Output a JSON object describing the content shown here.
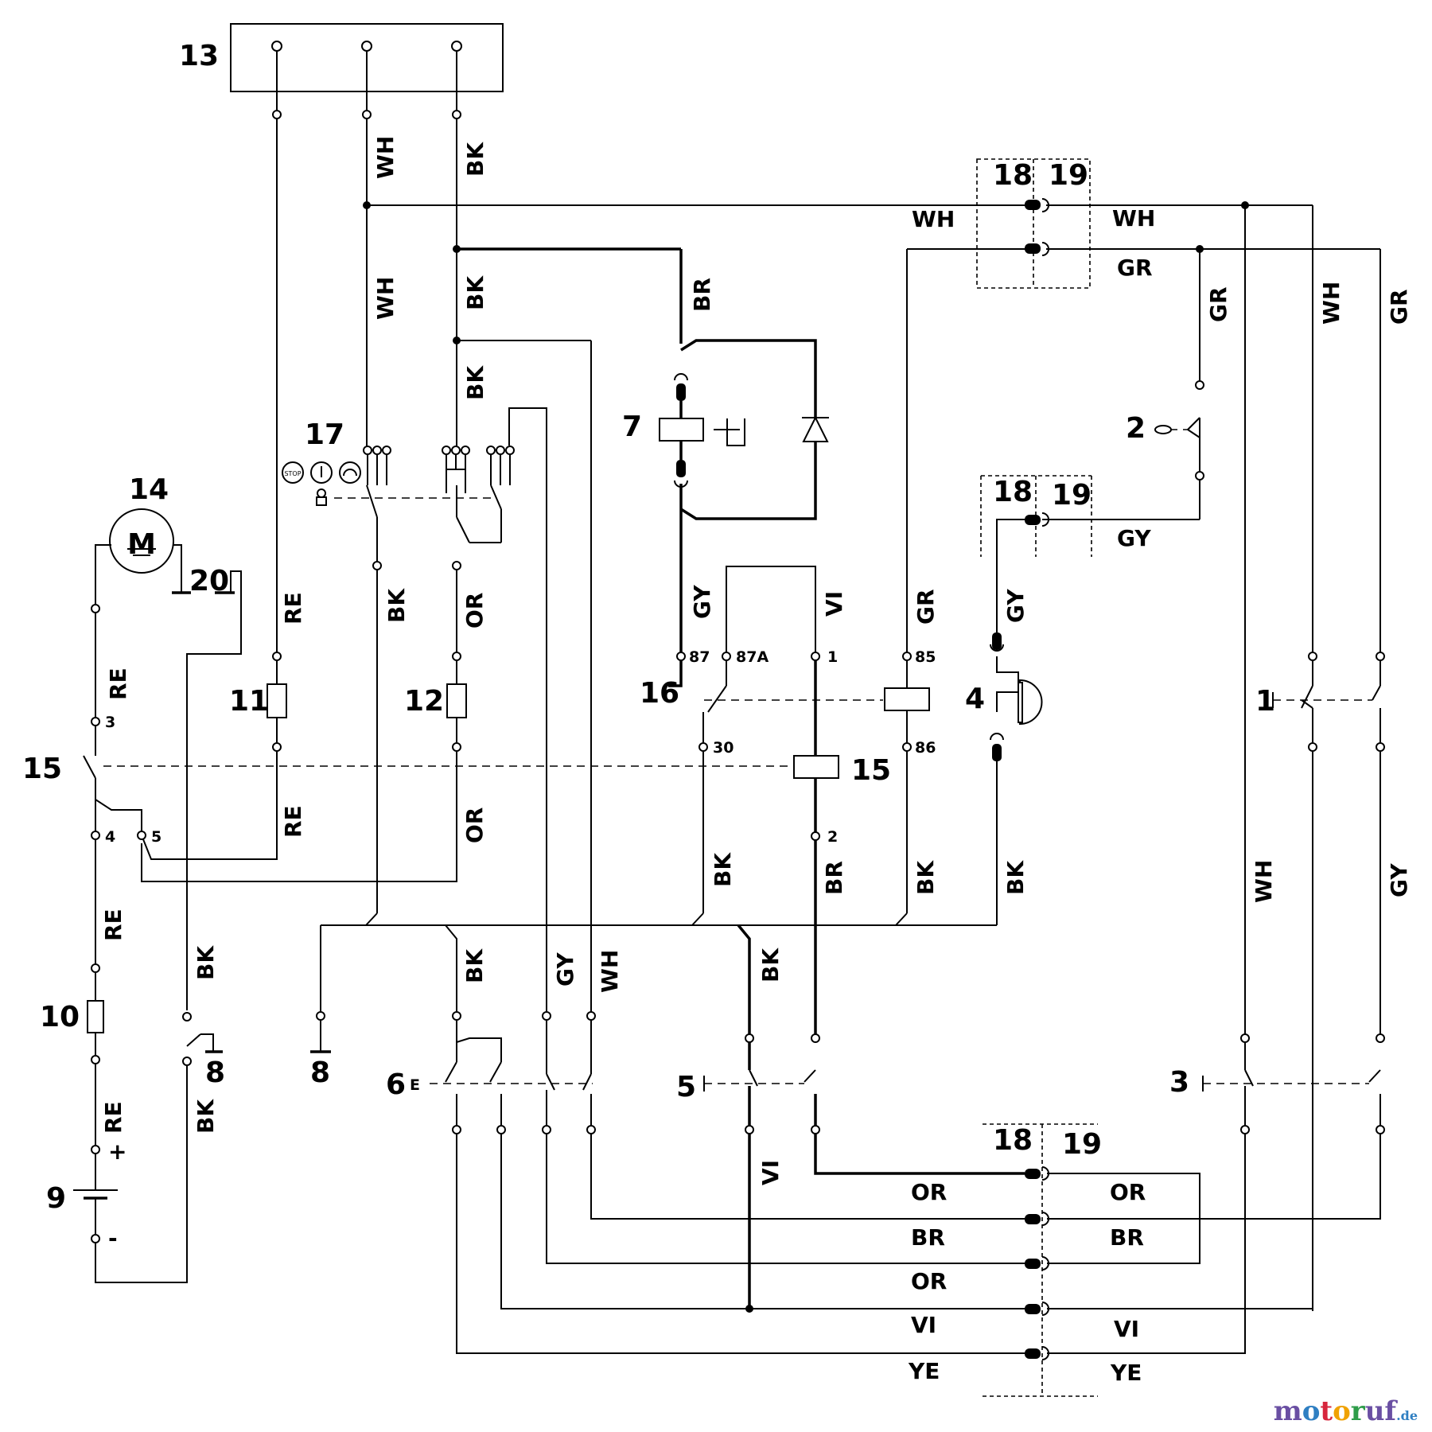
{
  "components": {
    "c1": "1",
    "c2": "2",
    "c3": "3",
    "c4": "4",
    "c5": "5",
    "c6": "6",
    "c7": "7",
    "c8a": "8",
    "c8b": "8",
    "c9": "9",
    "c10": "10",
    "c11": "11",
    "c12": "12",
    "c13": "13",
    "c14": "14",
    "c15a": "15",
    "c15b": "15",
    "c16": "16",
    "c17": "17",
    "c20": "20",
    "conn18a": "18",
    "conn19a": "19",
    "conn18b": "18",
    "conn19b": "19",
    "conn18c": "18",
    "conn19c": "19"
  },
  "symbols": {
    "motor": "M",
    "stop": "STOP",
    "switch6": "E"
  },
  "terminals": {
    "t87": "87",
    "t87a": "87A",
    "t1": "1",
    "t85": "85",
    "t86": "86",
    "t30": "30",
    "t2": "2",
    "t3": "3",
    "t4": "4",
    "t5": "5",
    "plus": "+",
    "minus": "-"
  },
  "wires": {
    "wh_top": "WH",
    "bk_top": "BK",
    "wh_mid": "WH",
    "bk_mid": "BK",
    "bk_mid2": "BK",
    "br_top": "BR",
    "wh_left_conn": "WH",
    "wh_right_conn": "WH",
    "gr_right_conn": "GR",
    "gr_vert1": "GR",
    "wh_vert_r": "WH",
    "gr_vert_r": "GR",
    "gy_conn2": "GY",
    "re_11": "RE",
    "bk_17": "BK",
    "or_12": "OR",
    "gy_16": "GY",
    "vi_15": "VI",
    "gr_85": "GR",
    "gy_4": "GY",
    "re_motor": "RE",
    "re_lower": "RE",
    "or_lower": "OR",
    "bk_30": "BK",
    "br_2": "BR",
    "bk_86": "BK",
    "bk_4": "BK",
    "wh_r_low": "WH",
    "gy_r_low": "GY",
    "re_10": "RE",
    "bk_20": "BK",
    "bk_6": "BK",
    "gy_6": "GY",
    "wh_6": "WH",
    "bk_5": "BK",
    "re_9": "RE",
    "bk_8": "BK",
    "vi_5": "VI",
    "or_l1": "OR",
    "or_r1": "OR",
    "br_l2": "BR",
    "br_r2": "BR",
    "or_l3": "OR",
    "vi_l4": "VI",
    "vi_r4": "VI",
    "ye_l5": "YE",
    "ye_r5": "YE"
  },
  "watermark": {
    "p1": "m",
    "p2": "o",
    "p3": "t",
    "p4": "o",
    "p5": "r",
    "p6": "uf",
    "tld": ".de"
  }
}
